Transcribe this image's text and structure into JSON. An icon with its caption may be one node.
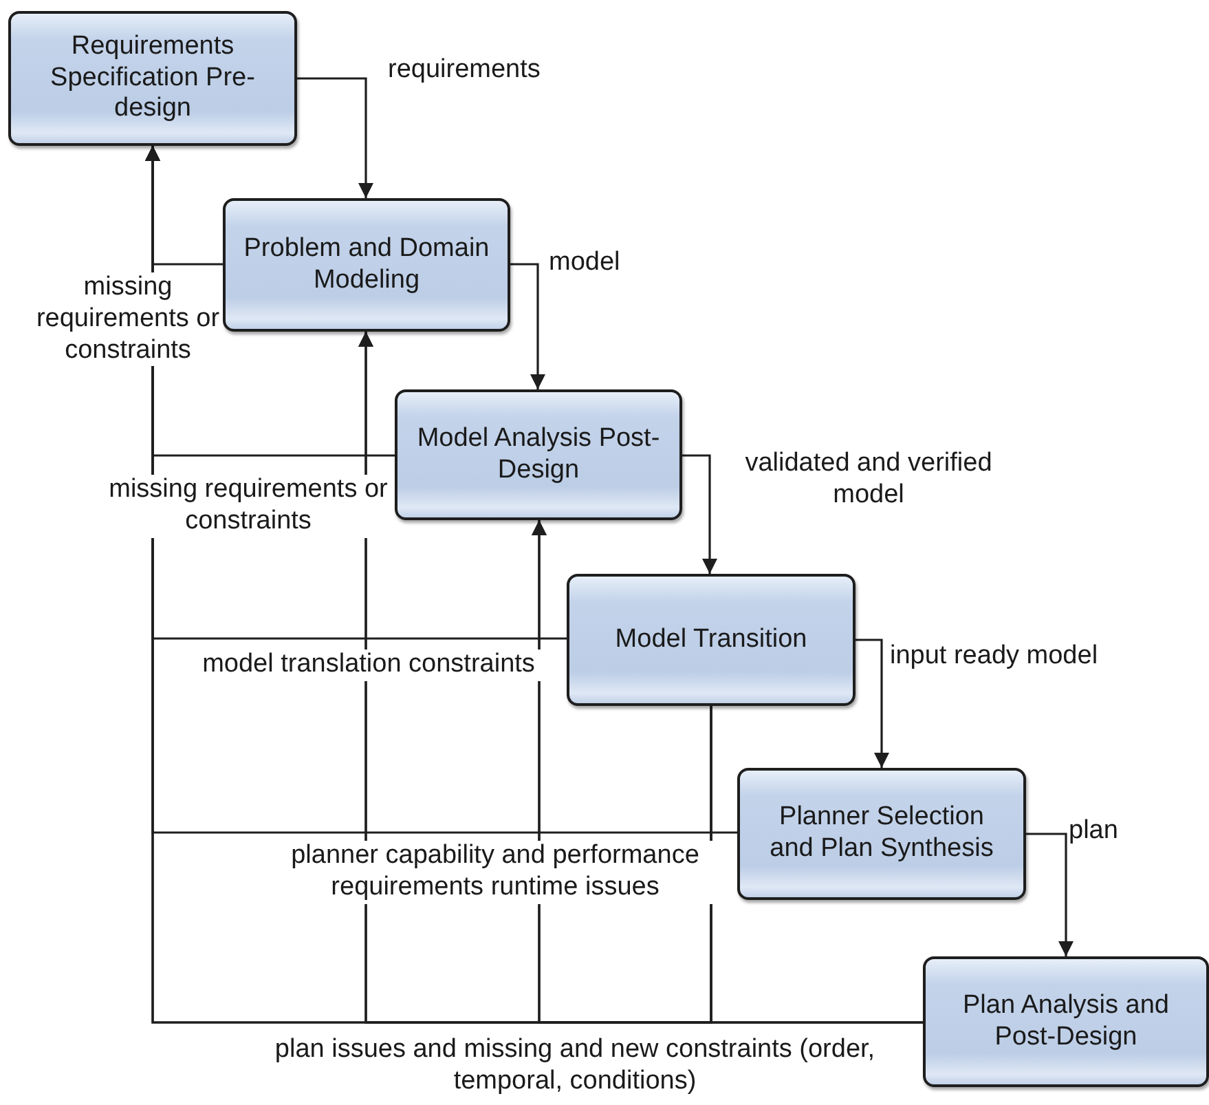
{
  "diagram": {
    "nodes": [
      {
        "text": [
          "Requirements Specification Pre-design"
        ]
      },
      {
        "text": [
          "Problem and Domain Modeling"
        ]
      },
      {
        "text": [
          "Model Analysis Post-Design"
        ]
      },
      {
        "text": [
          "Model Transition"
        ]
      },
      {
        "text": [
          "Planner Selection and Plan Synthesis"
        ]
      },
      {
        "text": [
          "Plan Analysis and Post-Design"
        ]
      }
    ],
    "edges": [
      {
        "from": 0,
        "to": 1,
        "arrow": "to",
        "label": "requirements"
      },
      {
        "from": 1,
        "to": 2,
        "arrow": "to",
        "label": "model"
      },
      {
        "from": 2,
        "to": 3,
        "arrow": "to",
        "label": "validated and verified model"
      },
      {
        "from": 3,
        "to": 4,
        "arrow": "to",
        "label": "input ready model"
      },
      {
        "from": 4,
        "to": 5,
        "arrow": "to",
        "label": "plan"
      },
      {
        "from": 1,
        "to": 0,
        "arrow": "to",
        "label": "missing requirements or constraints"
      },
      {
        "from": 2,
        "to": 0,
        "arrow": "to",
        "label": "missing requirements or constraints"
      },
      {
        "from": 3,
        "to": 0,
        "arrow": "to",
        "label": "model translation constraints"
      },
      {
        "from": 4,
        "to": 0,
        "arrow": "to",
        "label": "planner capability and performance requirements runtime issues"
      },
      {
        "from": 5,
        "to": 0,
        "arrow": "to",
        "label": "plan issues and missing and new constraints (order, temporal, conditions)"
      },
      {
        "from": 5,
        "to": 1,
        "arrow": "to"
      },
      {
        "from": 5,
        "to": 2,
        "arrow": "to"
      },
      {
        "from": 3,
        "to": 0,
        "arrow": "to"
      },
      {
        "from": 3,
        "to": 1,
        "arrow": "to"
      },
      {
        "from": 3,
        "to": 2,
        "arrow": "to"
      }
    ]
  }
}
